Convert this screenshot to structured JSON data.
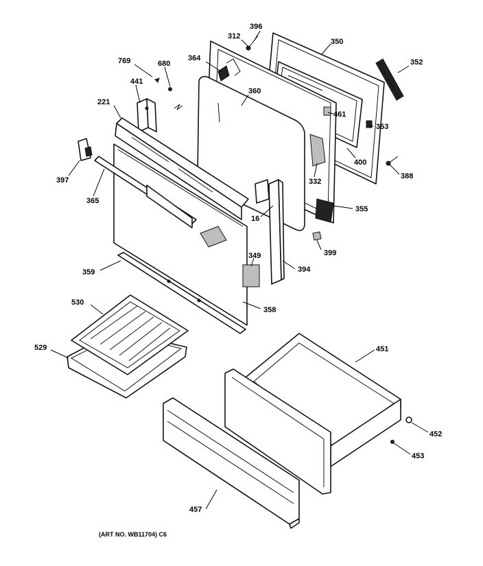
{
  "art_number": "(ART NO. WB11704) C6",
  "callouts": {
    "c396": "396",
    "c312": "312",
    "c350": "350",
    "c352": "352",
    "c769": "769",
    "c680": "680",
    "c364": "364",
    "c441": "441",
    "c360": "360",
    "c461": "461",
    "c221": "221",
    "c353": "353",
    "c400": "400",
    "c397": "397",
    "c388": "388",
    "c332": "332",
    "c365": "365",
    "c355": "355",
    "c16": "16",
    "c399": "399",
    "c349": "349",
    "c359": "359",
    "c394": "394",
    "c358": "358",
    "c530": "530",
    "c451": "451",
    "c529": "529",
    "c452": "452",
    "c453": "453",
    "c457": "457"
  }
}
